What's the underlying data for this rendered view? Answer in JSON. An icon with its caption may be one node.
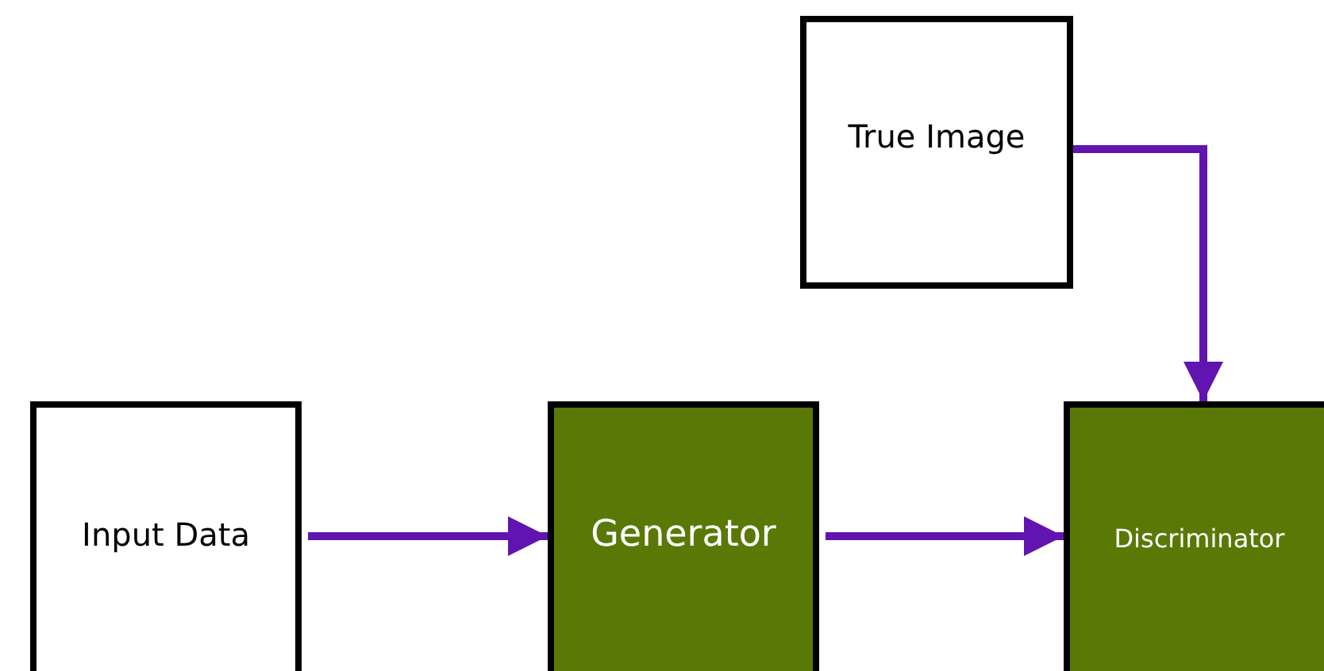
{
  "diagram": {
    "nodes": [
      {
        "text": [
          "True Image"
        ]
      },
      {
        "text": [
          "Input Data"
        ]
      },
      {
        "text": [
          "Generator"
        ]
      },
      {
        "text": [
          "Discriminator"
        ]
      }
    ],
    "edges": [
      {
        "from": 1,
        "to": 2,
        "arrow": "to"
      },
      {
        "from": 2,
        "to": 3,
        "arrow": "to"
      },
      {
        "from": 0,
        "to": 3,
        "arrow": "to"
      }
    ]
  }
}
